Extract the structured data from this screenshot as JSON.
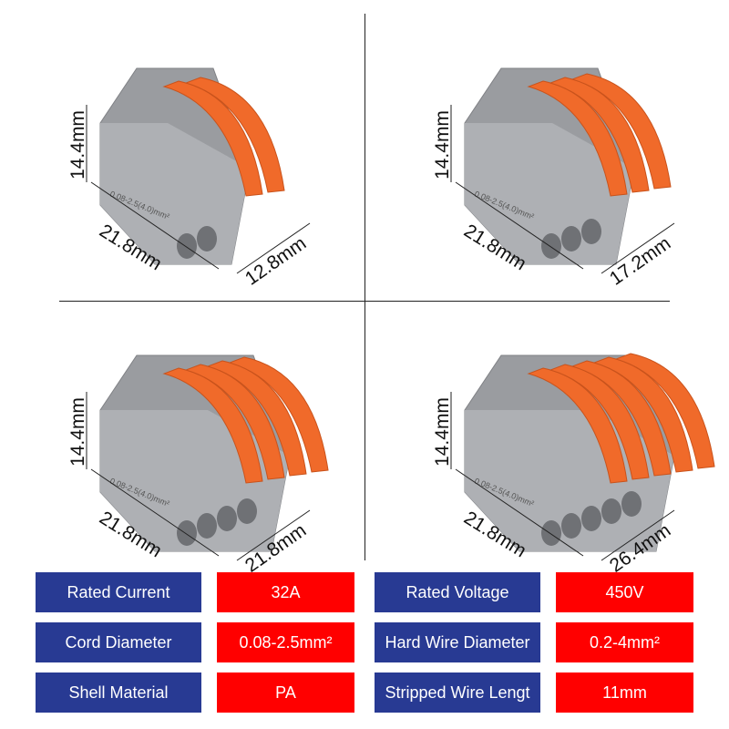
{
  "connectors": [
    {
      "ports": 2,
      "height": "14.4mm",
      "length": "21.8mm",
      "width": "12.8mm"
    },
    {
      "ports": 3,
      "height": "14.4mm",
      "length": "21.8mm",
      "width": "17.2mm"
    },
    {
      "ports": 4,
      "height": "14.4mm",
      "length": "21.8mm",
      "width": "21.8mm"
    },
    {
      "ports": 5,
      "height": "14.4mm",
      "length": "21.8mm",
      "width": "26.4mm"
    }
  ],
  "body_marking": "0.08-2.5(4.0)mm²",
  "specs": [
    {
      "label": "Rated Current",
      "value": "32A"
    },
    {
      "label": "Rated Voltage",
      "value": "450V"
    },
    {
      "label": "Cord Diameter",
      "value": "0.08-2.5mm²"
    },
    {
      "label": "Hard Wire Diameter",
      "value": "0.2-4mm²"
    },
    {
      "label": "Shell Material",
      "value": "PA"
    },
    {
      "label": "Stripped Wire Lengt",
      "value": "11mm"
    }
  ],
  "colors": {
    "label_bg": "#283a93",
    "value_bg": "#ff0000",
    "shell": "#9a9ca0",
    "lever": "#f06a2a"
  }
}
